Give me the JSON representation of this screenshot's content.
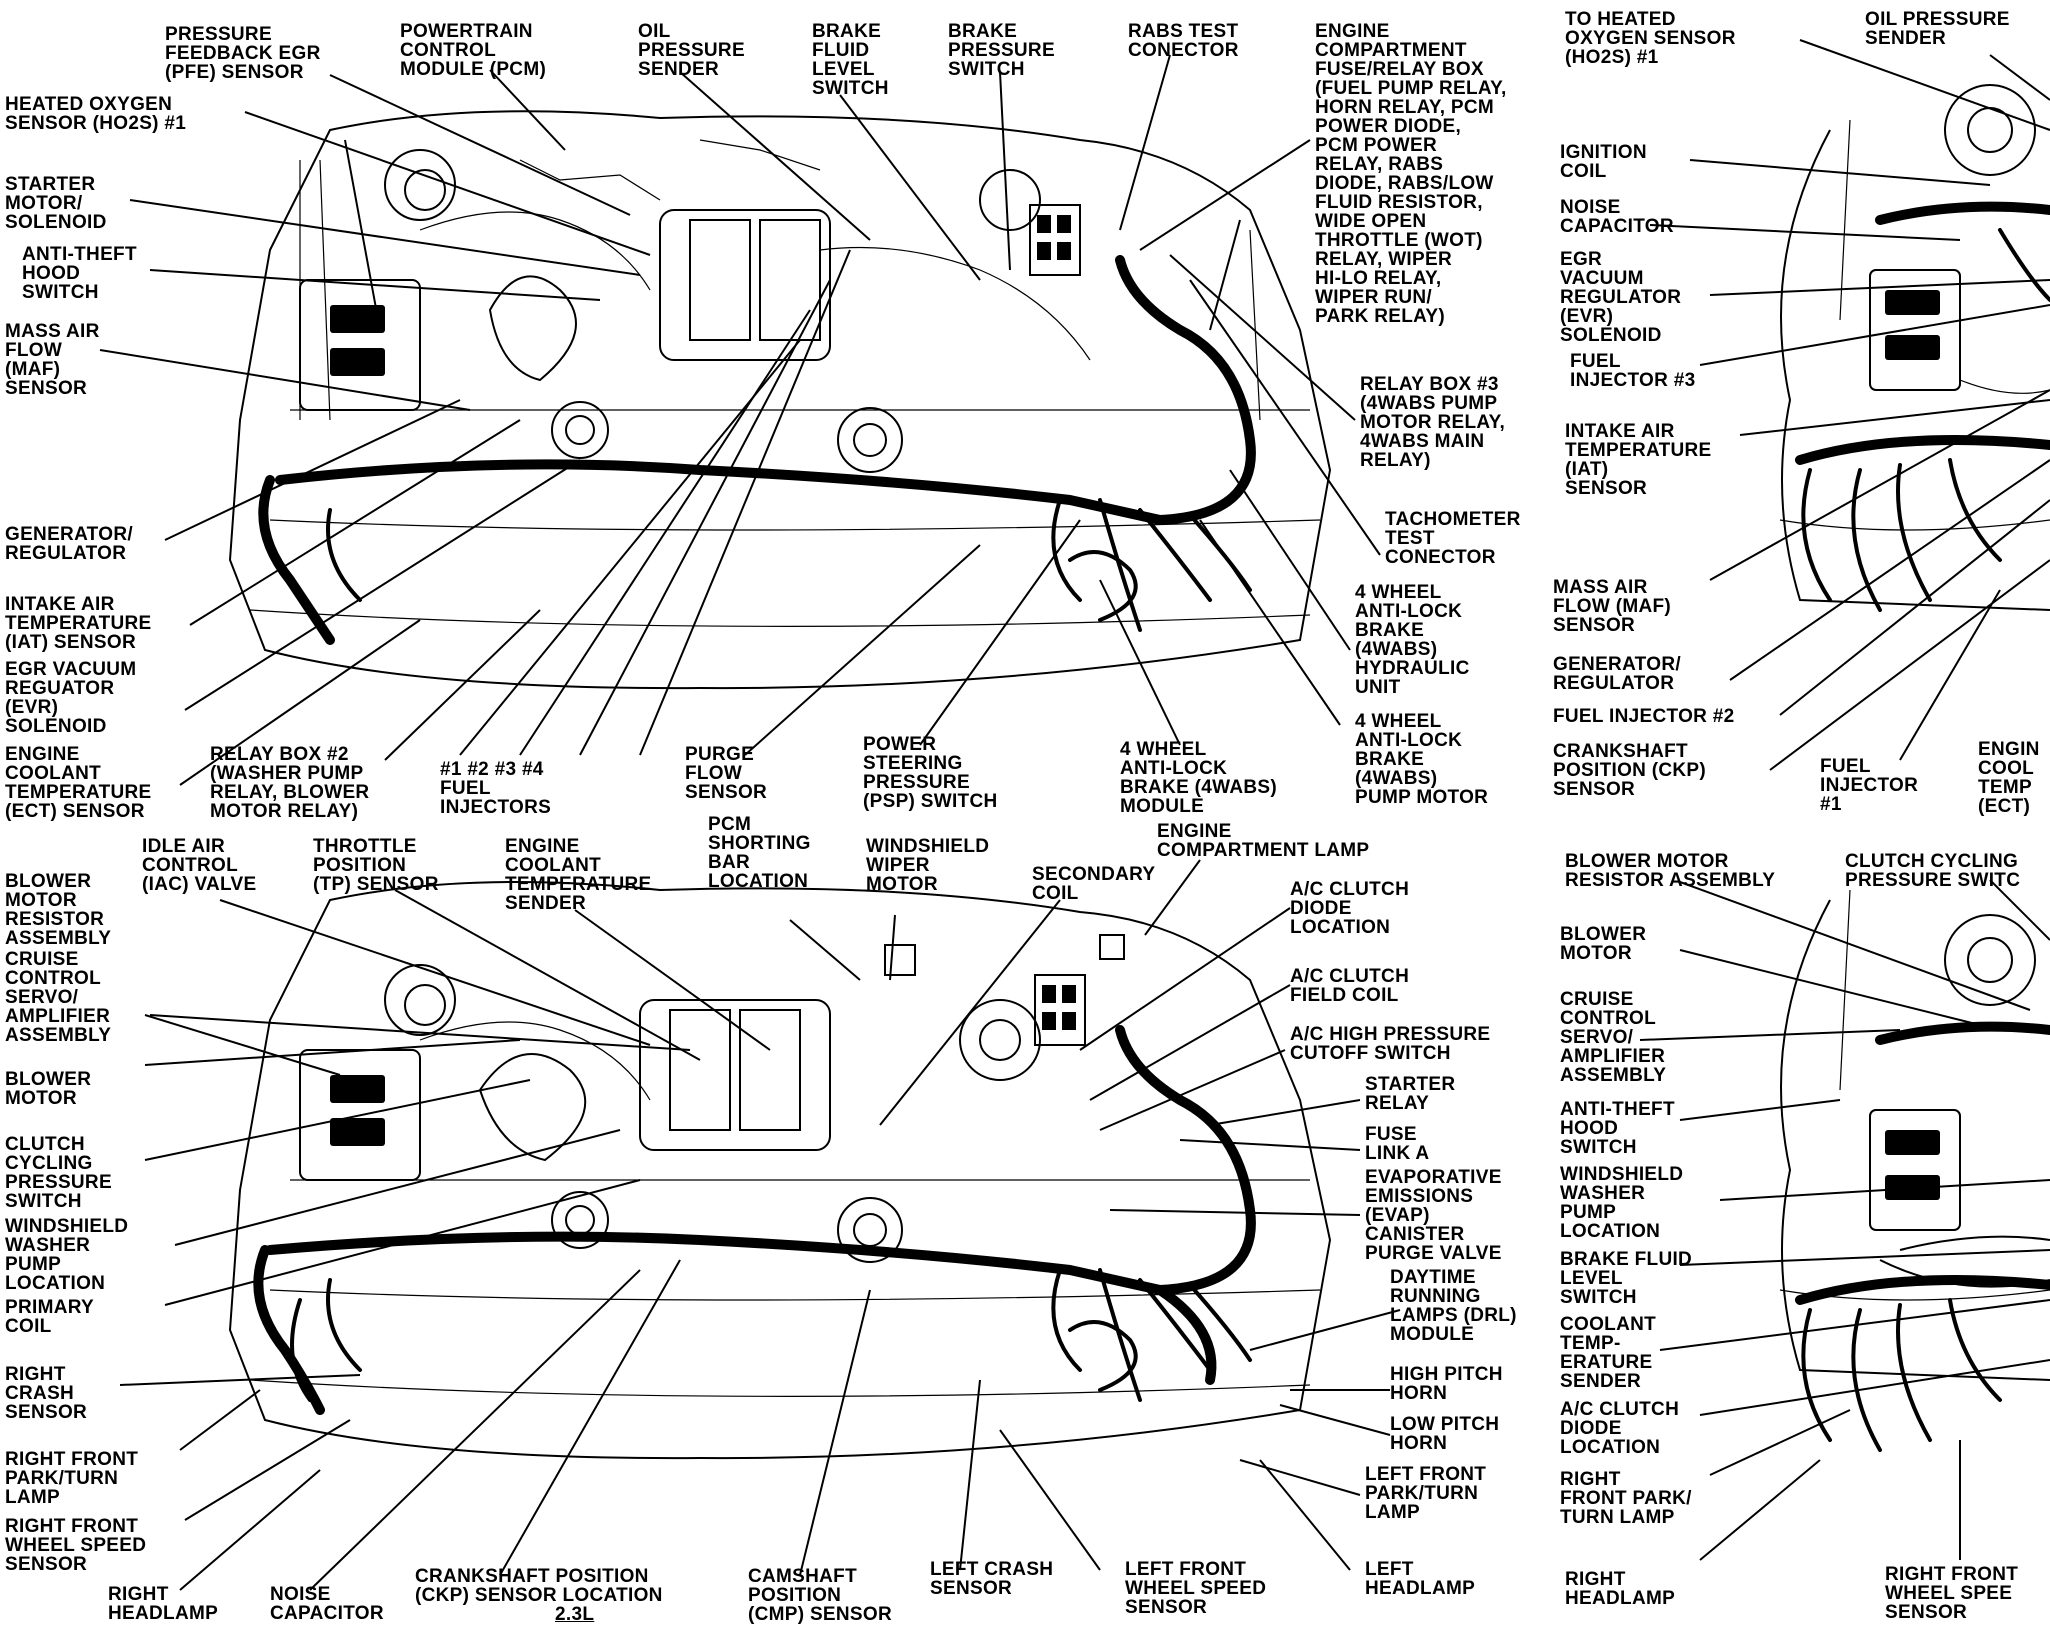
{
  "panels": {
    "top_left": {
      "labels": [
        {
          "id": "pfe-sensor",
          "text": "PRESSURE\nFEEDBACK EGR\n(PFE) SENSOR"
        },
        {
          "id": "pcm",
          "text": "POWERTRAIN\nCONTROL\nMODULE (PCM)"
        },
        {
          "id": "oil-pressure-sender",
          "text": "OIL\nPRESSURE\nSENDER"
        },
        {
          "id": "brake-fluid-level-switch",
          "text": "BRAKE\nFLUID\nLEVEL\nSWITCH"
        },
        {
          "id": "brake-pressure-switch",
          "text": "BRAKE\nPRESSURE\nSWITCH"
        },
        {
          "id": "rabs-test-connector",
          "text": "RABS TEST\nCONECTOR"
        },
        {
          "id": "engine-compartment-fuse-relay-box",
          "text": "ENGINE\nCOMPARTMENT\nFUSE/RELAY BOX\n(FUEL PUMP RELAY,\nHORN RELAY, PCM\nPOWER DIODE,\nPCM POWER\nRELAY, RABS\nDIODE, RABS/LOW\nFLUID RESISTOR,\nWIDE OPEN\nTHROTTLE (WOT)\nRELAY, WIPER\nHI-LO RELAY,\nWIPER RUN/\nPARK RELAY)"
        },
        {
          "id": "ho2s-1",
          "text": "HEATED OXYGEN\nSENSOR (HO2S) #1"
        },
        {
          "id": "starter-motor-solenoid",
          "text": "STARTER\nMOTOR/\nSOLENOID"
        },
        {
          "id": "anti-theft-hood-switch",
          "text": "ANTI-THEFT\nHOOD\nSWITCH"
        },
        {
          "id": "maf-sensor",
          "text": "MASS AIR\nFLOW\n(MAF)\nSENSOR"
        },
        {
          "id": "generator-regulator",
          "text": "GENERATOR/\nREGULATOR"
        },
        {
          "id": "iat-sensor",
          "text": "INTAKE AIR\nTEMPERATURE\n(IAT) SENSOR"
        },
        {
          "id": "evr-solenoid",
          "text": "EGR VACUUM\nREGUATOR\n(EVR)\nSOLENOID"
        },
        {
          "id": "ect-sensor",
          "text": "ENGINE\nCOOLANT\nTEMPERATURE\n(ECT) SENSOR"
        },
        {
          "id": "relay-box-2",
          "text": "RELAY BOX #2\n(WASHER PUMP\nRELAY, BLOWER\nMOTOR RELAY)"
        },
        {
          "id": "fuel-injectors",
          "text": "#1 #2 #3 #4\nFUEL\nINJECTORS"
        },
        {
          "id": "purge-flow-sensor",
          "text": "PURGE\nFLOW\nSENSOR"
        },
        {
          "id": "psp-switch",
          "text": "POWER\nSTEERING\nPRESSURE\n(PSP) SWITCH"
        },
        {
          "id": "4wabs-module",
          "text": "4 WHEEL\nANTI-LOCK\nBRAKE (4WABS)\nMODULE"
        },
        {
          "id": "4wabs-pump-motor",
          "text": "4 WHEEL\nANTI-LOCK\nBRAKE\n(4WABS)\nPUMP MOTOR"
        },
        {
          "id": "4wabs-hydraulic-unit",
          "text": "4 WHEEL\nANTI-LOCK\nBRAKE\n(4WABS)\nHYDRAULIC\nUNIT"
        },
        {
          "id": "tachometer-test-connector",
          "text": "TACHOMETER\nTEST\nCONECTOR"
        },
        {
          "id": "relay-box-3",
          "text": "RELAY BOX #3\n(4WABS PUMP\nMOTOR RELAY,\n4WABS MAIN\nRELAY)"
        }
      ]
    },
    "top_right": {
      "labels": [
        {
          "id": "to-ho2s-1",
          "text": "TO HEATED\nOXYGEN SENSOR\n(HO2S) #1"
        },
        {
          "id": "oil-pressure-sender-r",
          "text": "OIL PRESSURE\nSENDER"
        },
        {
          "id": "ignition-coil",
          "text": "IGNITION\nCOIL"
        },
        {
          "id": "noise-capacitor-r",
          "text": "NOISE\nCAPACITOR"
        },
        {
          "id": "evr-solenoid-r",
          "text": "EGR\nVACUUM\nREGULATOR\n(EVR)\nSOLENOID"
        },
        {
          "id": "fuel-injector-3",
          "text": "FUEL\nINJECTOR #3"
        },
        {
          "id": "iat-sensor-r",
          "text": "INTAKE AIR\nTEMPERATURE\n(IAT)\nSENSOR"
        },
        {
          "id": "maf-sensor-r",
          "text": "MASS AIR\nFLOW (MAF)\nSENSOR"
        },
        {
          "id": "generator-regulator-r",
          "text": "GENERATOR/\nREGULATOR"
        },
        {
          "id": "fuel-injector-2",
          "text": "FUEL INJECTOR #2"
        },
        {
          "id": "ckp-sensor-r",
          "text": "CRANKSHAFT\nPOSITION (CKP)\nSENSOR"
        },
        {
          "id": "fuel-injector-1",
          "text": "FUEL\nINJECTOR\n#1"
        },
        {
          "id": "ect-r",
          "text": "ENGIN\nCOOL\nTEMP\n(ECT)"
        }
      ]
    },
    "bottom_left": {
      "labels": [
        {
          "id": "iac-valve",
          "text": "IDLE AIR\nCONTROL\n(IAC) VALVE"
        },
        {
          "id": "tp-sensor",
          "text": "THROTTLE\nPOSITION\n(TP) SENSOR"
        },
        {
          "id": "ect-sender",
          "text": "ENGINE\nCOOLANT\nTEMPERATURE\nSENDER"
        },
        {
          "id": "pcm-shorting-bar",
          "text": "PCM\nSHORTING\nBAR\nLOCATION"
        },
        {
          "id": "windshield-wiper-motor",
          "text": "WINDSHIELD\nWIPER\nMOTOR"
        },
        {
          "id": "secondary-coil",
          "text": "SECONDARY\nCOIL"
        },
        {
          "id": "engine-compartment-lamp",
          "text": "ENGINE\nCOMPARTMENT LAMP"
        },
        {
          "id": "blower-motor-resistor",
          "text": "BLOWER\nMOTOR\nRESISTOR\nASSEMBLY"
        },
        {
          "id": "cruise-control-servo",
          "text": "CRUISE\nCONTROL\nSERVO/\nAMPLIFIER\nASSEMBLY"
        },
        {
          "id": "blower-motor",
          "text": "BLOWER\nMOTOR"
        },
        {
          "id": "clutch-cycling-switch",
          "text": "CLUTCH\nCYCLING\nPRESSURE\nSWITCH"
        },
        {
          "id": "windshield-washer-pump",
          "text": "WINDSHIELD\nWASHER\nPUMP\nLOCATION"
        },
        {
          "id": "primary-coil",
          "text": "PRIMARY\nCOIL"
        },
        {
          "id": "right-crash-sensor",
          "text": "RIGHT\nCRASH\nSENSOR"
        },
        {
          "id": "right-front-park-turn",
          "text": "RIGHT FRONT\nPARK/TURN\nLAMP"
        },
        {
          "id": "right-front-wheel-speed",
          "text": "RIGHT FRONT\nWHEEL SPEED\nSENSOR"
        },
        {
          "id": "right-headlamp",
          "text": "RIGHT\nHEADLAMP"
        },
        {
          "id": "noise-capacitor",
          "text": "NOISE\nCAPACITOR"
        },
        {
          "id": "ckp-sensor-location",
          "text": "CRANKSHAFT POSITION\n(CKP) SENSOR LOCATION"
        },
        {
          "id": "cmp-sensor",
          "text": "CAMSHAFT\nPOSITION\n(CMP) SENSOR"
        },
        {
          "id": "left-crash-sensor",
          "text": "LEFT CRASH\nSENSOR"
        },
        {
          "id": "left-front-wheel-speed",
          "text": "LEFT FRONT\nWHEEL SPEED\nSENSOR"
        },
        {
          "id": "left-headlamp",
          "text": "LEFT\nHEADLAMP"
        },
        {
          "id": "ac-clutch-diode",
          "text": "A/C CLUTCH\nDIODE\nLOCATION"
        },
        {
          "id": "ac-clutch-field-coil",
          "text": "A/C CLUTCH\nFIELD COIL"
        },
        {
          "id": "ac-high-pressure-cutoff",
          "text": "A/C HIGH PRESSURE\nCUTOFF SWITCH"
        },
        {
          "id": "starter-relay",
          "text": "STARTER\nRELAY"
        },
        {
          "id": "fuse-link-a",
          "text": "FUSE\nLINK A"
        },
        {
          "id": "evap-purge-valve",
          "text": "EVAPORATIVE\nEMISSIONS\n(EVAP)\nCANISTER\nPURGE VALVE"
        },
        {
          "id": "drl-module",
          "text": "DAYTIME\nRUNNING\nLAMPS (DRL)\nMODULE"
        },
        {
          "id": "high-pitch-horn",
          "text": "HIGH PITCH\nHORN"
        },
        {
          "id": "low-pitch-horn",
          "text": "LOW PITCH\nHORN"
        },
        {
          "id": "left-front-park-turn",
          "text": "LEFT FRONT\nPARK/TURN\nLAMP"
        },
        {
          "id": "engine-size",
          "text": "2.3L"
        }
      ]
    },
    "bottom_right": {
      "labels": [
        {
          "id": "blower-motor-resistor-r",
          "text": "BLOWER MOTOR\nRESISTOR ASSEMBLY"
        },
        {
          "id": "clutch-cycling-r",
          "text": "CLUTCH CYCLING\nPRESSURE SWITC"
        },
        {
          "id": "blower-motor-r",
          "text": "BLOWER\nMOTOR"
        },
        {
          "id": "cruise-control-r",
          "text": "CRUISE\nCONTROL\nSERVO/\nAMPLIFIER\nASSEMBLY"
        },
        {
          "id": "anti-theft-r",
          "text": "ANTI-THEFT\nHOOD\nSWITCH"
        },
        {
          "id": "washer-pump-r",
          "text": "WINDSHIELD\nWASHER\nPUMP\nLOCATION"
        },
        {
          "id": "brake-fluid-r",
          "text": "BRAKE FLUID\nLEVEL\nSWITCH"
        },
        {
          "id": "coolant-temp-sender-r",
          "text": "COOLANT\nTEMP-\nERATURE\nSENDER"
        },
        {
          "id": "ac-clutch-diode-r",
          "text": "A/C CLUTCH\nDIODE\nLOCATION"
        },
        {
          "id": "right-front-park-r",
          "text": "RIGHT\nFRONT PARK/\nTURN LAMP"
        },
        {
          "id": "right-headlamp-r",
          "text": "RIGHT\nHEADLAMP"
        },
        {
          "id": "right-front-wheel-r",
          "text": "RIGHT FRONT\nWHEEL SPEE\nSENSOR"
        }
      ]
    }
  }
}
